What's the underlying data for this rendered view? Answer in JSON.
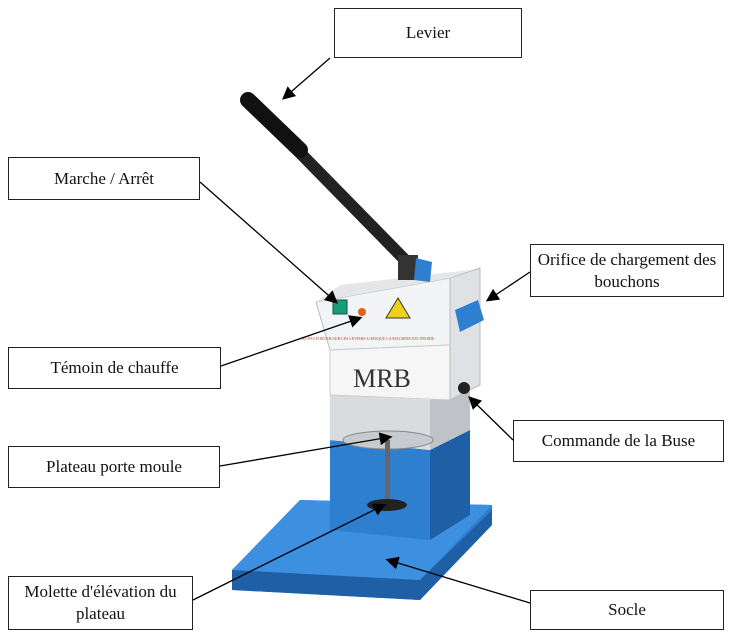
{
  "labels": {
    "levier": "Levier",
    "marche_arret": "Marche / Arrêt",
    "orifice": "Orifice de chargement des bouchons",
    "temoin": "Témoin de chauffe",
    "commande": "Commande de la Buse",
    "plateau": "Plateau porte moule",
    "molette": "Molette d'élévation du plateau",
    "socle": "Socle"
  },
  "machine": {
    "brand": "MRB",
    "warning_text": "NE PAS FORCER SUR LES LEVIERS LORSQUE LA MACHINE EST FROIDE"
  },
  "colors": {
    "blue": "#2f7fd0",
    "panel": "#e9ebee",
    "lever": "#222222",
    "switch": "#1a9e7a",
    "lamp": "#e0621f"
  }
}
